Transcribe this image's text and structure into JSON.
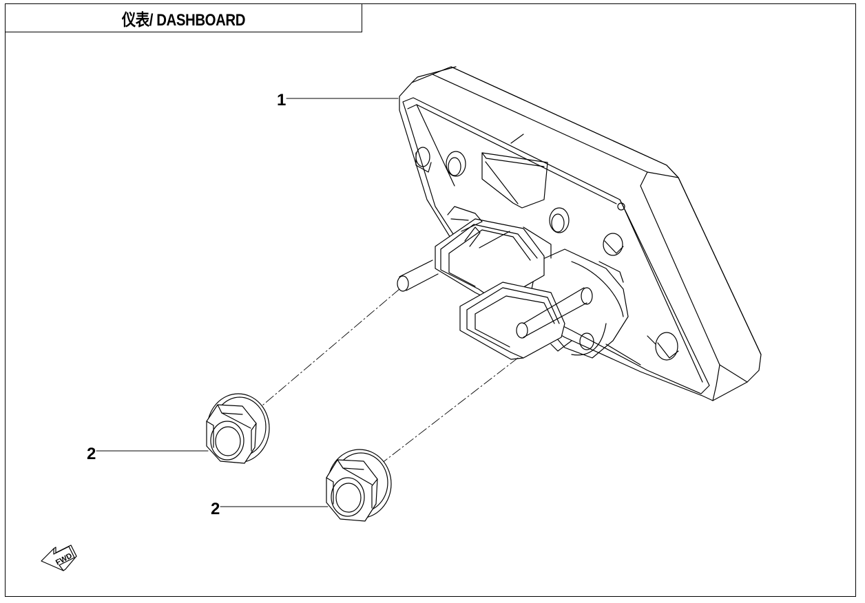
{
  "title": "仪表/ DASHBOARD",
  "callouts": [
    {
      "id": "1",
      "part": "dashboard"
    },
    {
      "id": "2",
      "part": "flange-nut"
    },
    {
      "id": "2",
      "part": "flange-nut"
    }
  ],
  "fwd_label": "FWD",
  "colors": {
    "line": "#000000",
    "background": "#ffffff"
  }
}
